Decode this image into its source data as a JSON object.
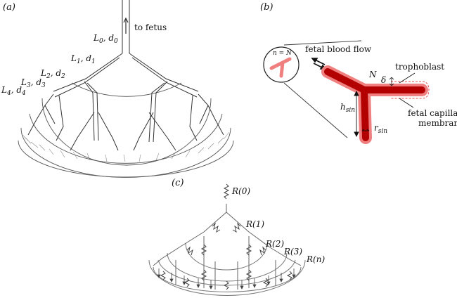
{
  "panels": {
    "a": {
      "tag": "(a)",
      "to_fetus": "to fetus",
      "generations": [
        {
          "L": "L",
          "d": "d",
          "idx": "0"
        },
        {
          "L": "L",
          "d": "d",
          "idx": "1"
        },
        {
          "L": "L",
          "d": "d",
          "idx": "2"
        },
        {
          "L": "L",
          "d": "d",
          "idx": "3"
        },
        {
          "L": "L",
          "d": "d",
          "idx": "4"
        }
      ]
    },
    "b": {
      "tag": "(b)",
      "inset_label": "n = N",
      "flow_label": "fetal blood flow",
      "node_label": "N",
      "delta": "δ",
      "trophoblast": "trophoblast",
      "membrane_line1": "fetal capillary",
      "membrane_line2": "membrane",
      "h": "h",
      "h_sub": "sin",
      "r": "r",
      "r_sub": "sin",
      "colors": {
        "capillary": "#b30000",
        "halo": "#f08080",
        "dashed": "#e05050"
      }
    },
    "c": {
      "tag": "(c)",
      "resistances": [
        "R(0)",
        "R(1)",
        "R(2)",
        "R(3)",
        "R(n)"
      ]
    }
  }
}
